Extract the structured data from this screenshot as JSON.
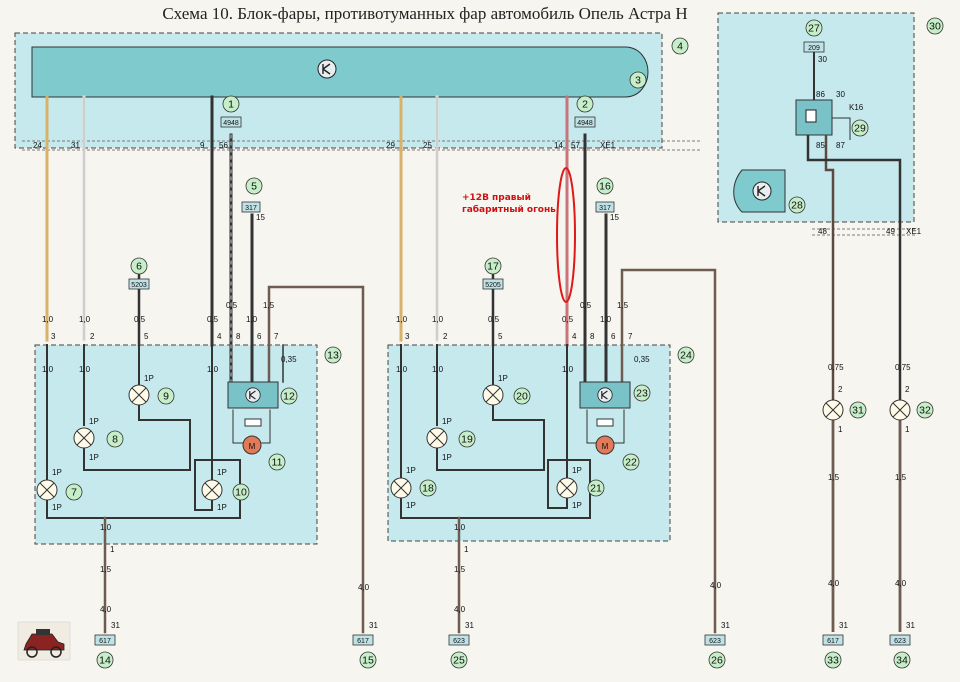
{
  "title": "Схема 10. Блок-фары, противотуманных фар автомобиль Опель Астра Н",
  "note": {
    "line1": "+12В правый",
    "line2": "габаритный огонь"
  },
  "connectors": {
    "xe1_top": "XE1",
    "xe1_right": "XE1",
    "k16": "K16"
  },
  "wire_pins": {
    "p24": "24",
    "p31": "31",
    "p9": "9",
    "p56": "56",
    "p29": "29",
    "p25": "25",
    "p14": "14",
    "p57": "57",
    "p48": "48",
    "p49": "49",
    "p30": "30",
    "p86": "86",
    "p30b": "30",
    "p85": "85",
    "p87": "87"
  },
  "wire_tags": {
    "t4948a": "4948",
    "t4948b": "4948",
    "t317a": "317",
    "t317b": "317",
    "t5203": "5203",
    "t5205": "5205",
    "t209": "209",
    "t617a": "617",
    "t617b": "617",
    "t623a": "623",
    "t623b": "623",
    "t623c": "623"
  },
  "markings": {
    "w10": "1,0",
    "w15": "1,5",
    "w05": "0,5",
    "w40": "4,0",
    "w075": "0,75",
    "w035": "0,35",
    "s15": "15",
    "s31": "31",
    "s1": "1",
    "s2": "2",
    "s3": "3",
    "s4": "4",
    "s5": "5",
    "s6": "6",
    "s7": "7",
    "s8": "8",
    "one_p": "1P",
    "motor": "M"
  },
  "components": [
    {
      "id": "c1",
      "num": "1"
    },
    {
      "id": "c2",
      "num": "2"
    },
    {
      "id": "c3",
      "num": "3"
    },
    {
      "id": "c4",
      "num": "4"
    },
    {
      "id": "c5",
      "num": "5"
    },
    {
      "id": "c6",
      "num": "6"
    },
    {
      "id": "c7",
      "num": "7"
    },
    {
      "id": "c8",
      "num": "8"
    },
    {
      "id": "c9",
      "num": "9"
    },
    {
      "id": "c10",
      "num": "10"
    },
    {
      "id": "c11",
      "num": "11"
    },
    {
      "id": "c12",
      "num": "12"
    },
    {
      "id": "c13",
      "num": "13"
    },
    {
      "id": "c14",
      "num": "14"
    },
    {
      "id": "c15",
      "num": "15"
    },
    {
      "id": "c16",
      "num": "16"
    },
    {
      "id": "c17",
      "num": "17"
    },
    {
      "id": "c18",
      "num": "18"
    },
    {
      "id": "c19",
      "num": "19"
    },
    {
      "id": "c20",
      "num": "20"
    },
    {
      "id": "c21",
      "num": "21"
    },
    {
      "id": "c22",
      "num": "22"
    },
    {
      "id": "c23",
      "num": "23"
    },
    {
      "id": "c24",
      "num": "24"
    },
    {
      "id": "c25",
      "num": "25"
    },
    {
      "id": "c26",
      "num": "26"
    },
    {
      "id": "c27",
      "num": "27"
    },
    {
      "id": "c28",
      "num": "28"
    },
    {
      "id": "c29",
      "num": "29"
    },
    {
      "id": "c30",
      "num": "30"
    },
    {
      "id": "c31",
      "num": "31"
    },
    {
      "id": "c32",
      "num": "32"
    },
    {
      "id": "c33",
      "num": "33"
    },
    {
      "id": "c34",
      "num": "34"
    }
  ]
}
